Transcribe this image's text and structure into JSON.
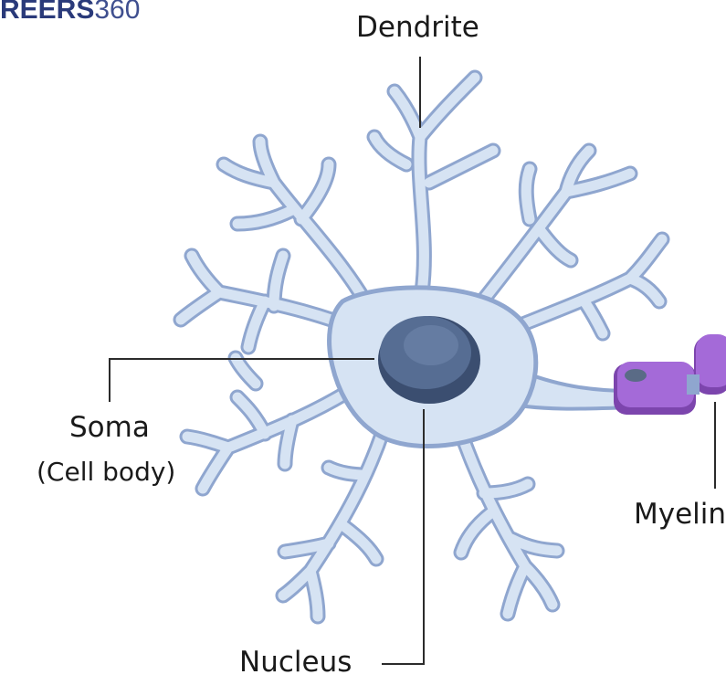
{
  "watermark": {
    "bold": "REERS",
    "light": "360"
  },
  "labels": {
    "dendrite": "Dendrite",
    "soma": "Soma",
    "cell_body": "(Cell body)",
    "nucleus": "Nucleus",
    "myelin": "Myelin"
  },
  "colors": {
    "cell_fill": "#d6e3f3",
    "cell_outline": "#8fa6cf",
    "nucleus_fill": "#566d93",
    "nucleus_dark": "#3b4e70",
    "myelin_fill": "#a46ad8",
    "myelin_dark": "#7c45ad",
    "leader_line": "#2b2b2b"
  }
}
